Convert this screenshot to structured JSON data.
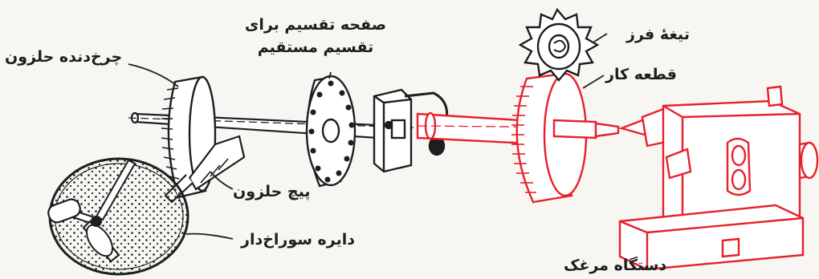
{
  "colors": {
    "ink": "#1e1e1e",
    "accent": "#e8202a",
    "background": "#f7f6f2"
  },
  "labels": {
    "worm_wheel": "چرخ‌دنده حلزون",
    "direct_plate_line1": "صفحه تقسیم برای",
    "direct_plate_line2": "تقسیم مستقیم",
    "milling_cutter": "تیغهٔ فرز",
    "workpiece": "قطعه کار",
    "worm_screw": "پیچ حلزون",
    "index_plate": "دایره سوراخ‌دار",
    "dividing_head": "دستگاه مرغک"
  }
}
